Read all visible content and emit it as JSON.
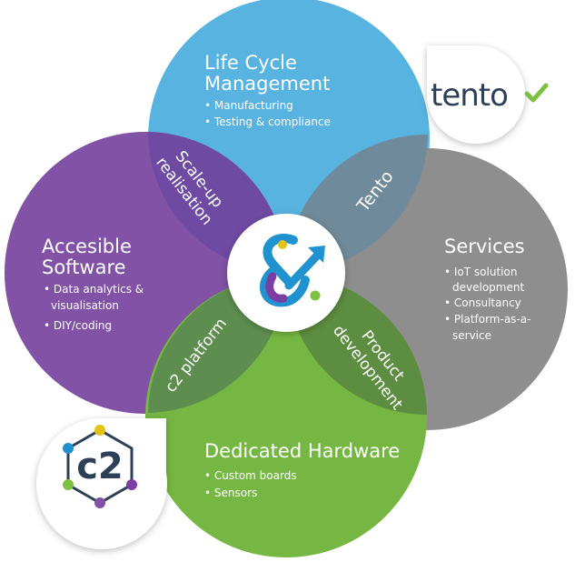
{
  "circles": {
    "top": {
      "title_lines": [
        "Life Cycle",
        "Management"
      ],
      "bullets": [
        "• Manufacturing",
        "• Testing & compliance"
      ],
      "color": "#58b3e0"
    },
    "left": {
      "title_lines": [
        "Accesible",
        "Software"
      ],
      "bullets": [
        "• Data analytics &",
        "visualisation",
        "• DIY/coding"
      ],
      "color": "#8152a5"
    },
    "right": {
      "title_lines": [
        "Services"
      ],
      "bullets": [
        "• IoT solution",
        "development",
        "• Consultancy",
        "• Platform-as-a-",
        "service"
      ],
      "color": "#8e8e8e"
    },
    "bottom": {
      "title_lines": [
        "Dedicated Hardware"
      ],
      "bullets": [
        "• Custom boards",
        "• Sensors"
      ],
      "color": "#75b742"
    }
  },
  "overlaps": {
    "top_left": "Scale-up realisation",
    "top_right": "Tento",
    "bottom_left": "c2 platform",
    "bottom_right": "Product development"
  },
  "overlap_lines": {
    "top_left": [
      "Scale-up",
      "realisation"
    ],
    "bottom_right": [
      "Product",
      "development"
    ]
  },
  "logos": {
    "tento": "tento",
    "c2": "c2"
  },
  "icons": {
    "center": "ampersand-arrow-icon",
    "check": "checkmark-icon"
  }
}
